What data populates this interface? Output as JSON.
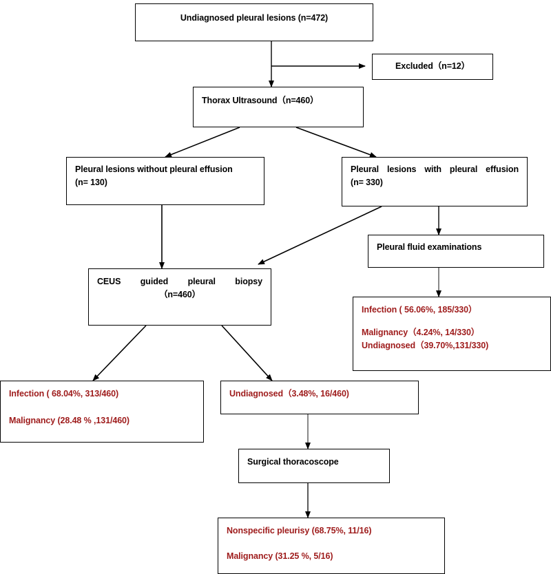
{
  "chart_data": {
    "type": "diagram",
    "title": "Undiagnosed pleural lesions study flow diagram",
    "nodes": [
      {
        "id": "n1",
        "label": "Undiagnosed pleural lesions (n=472)",
        "value": 472,
        "color": "#000000"
      },
      {
        "id": "n2",
        "label": "Excluded（n=12）",
        "value": 12,
        "color": "#000000"
      },
      {
        "id": "n3",
        "label": "Thorax Ultrasound（n=460）",
        "value": 460,
        "color": "#000000"
      },
      {
        "id": "n4",
        "label": "Pleural lesions without pleural effusion (n= 130)",
        "value": 130,
        "color": "#000000"
      },
      {
        "id": "n5",
        "label": "Pleural lesions with pleural effusion (n= 330)",
        "value": 330,
        "color": "#000000"
      },
      {
        "id": "n6",
        "label": "Pleural fluid examinations",
        "color": "#000000"
      },
      {
        "id": "n7",
        "label": "CEUS guided pleural biopsy （n=460）",
        "value": 460,
        "color": "#000000"
      },
      {
        "id": "n8",
        "label": "Infection ( 56.06%, 185/330） / Malignancy（4.24%, 14/330） / Undiagnosed（39.70%,131/330)",
        "color": "#9e1b1b"
      },
      {
        "id": "n9",
        "label": "Infection ( 68.04%, 313/460) / Malignancy (28.48 % ,131/460)",
        "color": "#9e1b1b"
      },
      {
        "id": "n10",
        "label": "Undiagnosed（3.48%, 16/460)",
        "color": "#9e1b1b"
      },
      {
        "id": "n11",
        "label": "Surgical thoracoscope",
        "color": "#000000"
      },
      {
        "id": "n12",
        "label": "Nonspecific pleurisy (68.75%, 11/16) / Malignancy (31.25 %, 5/16)",
        "color": "#9e1b1b"
      }
    ],
    "edges": [
      {
        "from": "n1",
        "to": "n3"
      },
      {
        "from": "n1",
        "to": "n2"
      },
      {
        "from": "n3",
        "to": "n4"
      },
      {
        "from": "n3",
        "to": "n5"
      },
      {
        "from": "n4",
        "to": "n7"
      },
      {
        "from": "n5",
        "to": "n7"
      },
      {
        "from": "n5",
        "to": "n6"
      },
      {
        "from": "n6",
        "to": "n8"
      },
      {
        "from": "n7",
        "to": "n9"
      },
      {
        "from": "n7",
        "to": "n10"
      },
      {
        "from": "n10",
        "to": "n11"
      },
      {
        "from": "n11",
        "to": "n12"
      }
    ],
    "outcomes": [
      {
        "group": "Pleural fluid examinations (n=330)",
        "label": "Infection",
        "percent": 56.06,
        "count": 185,
        "total": 330
      },
      {
        "group": "Pleural fluid examinations (n=330)",
        "label": "Malignancy",
        "percent": 4.24,
        "count": 14,
        "total": 330
      },
      {
        "group": "Pleural fluid examinations (n=330)",
        "label": "Undiagnosed",
        "percent": 39.7,
        "count": 131,
        "total": 330
      },
      {
        "group": "CEUS guided pleural biopsy (n=460)",
        "label": "Infection",
        "percent": 68.04,
        "count": 313,
        "total": 460
      },
      {
        "group": "CEUS guided pleural biopsy (n=460)",
        "label": "Malignancy",
        "percent": 28.48,
        "count": 131,
        "total": 460
      },
      {
        "group": "CEUS guided pleural biopsy (n=460)",
        "label": "Undiagnosed",
        "percent": 3.48,
        "count": 16,
        "total": 460
      },
      {
        "group": "Surgical thoracoscope (n=16)",
        "label": "Nonspecific pleurisy",
        "percent": 68.75,
        "count": 11,
        "total": 16
      },
      {
        "group": "Surgical thoracoscope (n=16)",
        "label": "Malignancy",
        "percent": 31.25,
        "count": 5,
        "total": 16
      }
    ]
  },
  "colors": {
    "text_black": "#000000",
    "text_red": "#9e1b1b",
    "border": "#000000",
    "background": "#ffffff"
  },
  "boxes": {
    "undiagnosed_total": {
      "line1": "Undiagnosed pleural lesions (n=472)"
    },
    "excluded": {
      "line1": "Excluded（n=12）"
    },
    "thorax_ultrasound": {
      "line1": "Thorax Ultrasound（n=460）"
    },
    "without_effusion": {
      "line1": "Pleural lesions without pleural effusion",
      "line2": "(n= 130)"
    },
    "with_effusion": {
      "line1": "Pleural lesions with pleural effusion",
      "line2": "(n= 330)"
    },
    "pleural_fluid_exam": {
      "line1": "Pleural fluid examinations"
    },
    "ceus_biopsy": {
      "line1": "CEUS guided pleural biopsy",
      "line2": "（n=460）"
    },
    "fluid_results": {
      "line1": "Infection ( 56.06%, 185/330）",
      "line2": "Malignancy（4.24%, 14/330）",
      "line3": "Undiagnosed（39.70%,131/330)"
    },
    "biopsy_results": {
      "line1": "Infection ( 68.04%, 313/460)",
      "line2": "Malignancy (28.48 % ,131/460)"
    },
    "biopsy_undiagnosed": {
      "line1": "Undiagnosed（3.48%, 16/460)"
    },
    "surgical_thoracoscope": {
      "line1": "Surgical thoracoscope"
    },
    "thoracoscope_results": {
      "line1": "Nonspecific pleurisy (68.75%, 11/16)",
      "line2": "Malignancy (31.25 %, 5/16)"
    }
  }
}
